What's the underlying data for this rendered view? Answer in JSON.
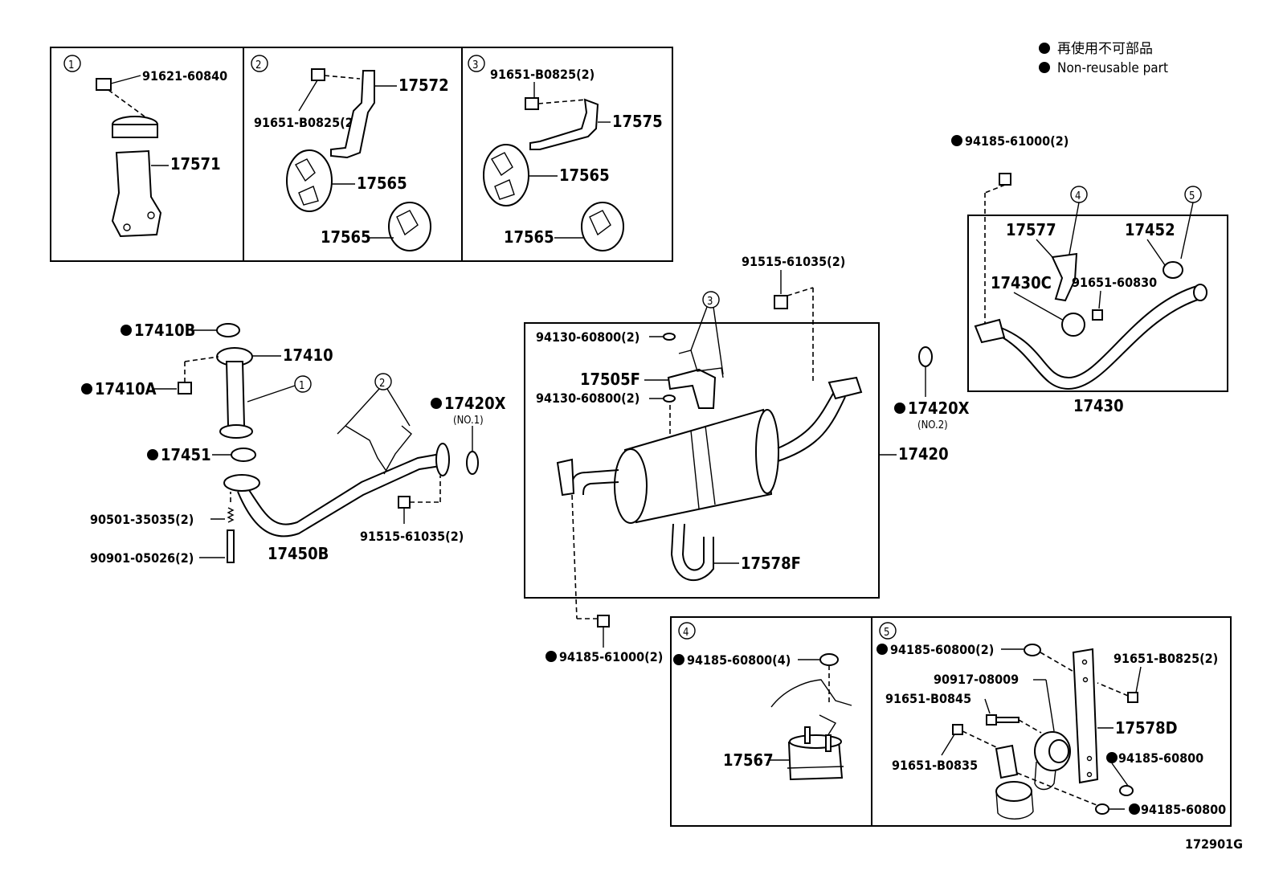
{
  "legend": {
    "zh": "再使用不可部品",
    "en": "Non-reusable part"
  },
  "diagram_id": "172901G",
  "callout_numbers": [
    "1",
    "2",
    "3",
    "4",
    "5"
  ],
  "inset1": {
    "bolt": "91621-60840",
    "bracket": "17571"
  },
  "inset2": {
    "hanger": "17572",
    "bolt": "91651-B0825(2)",
    "cushion_a": "17565",
    "cushion_b": "17565"
  },
  "inset3": {
    "bolt": "91651-B0825(2)",
    "hanger": "17575",
    "cushion_a": "17565",
    "cushion_b": "17565"
  },
  "front_section": {
    "gasket_b": "17410B",
    "front_pipe": "17410",
    "nut_a": "17410A",
    "gasket_451": "17451",
    "spring": "90501-35035(2)",
    "stud": "90901-05026(2)",
    "center_pipe": "17450B",
    "bolt": "91515-61035(2)",
    "gasket_x1": "17420X",
    "gasket_x1_note": "(NO.1)"
  },
  "muffler_section": {
    "top_bolt": "91515-61035(2)",
    "nut_top": "94130-60800(2)",
    "bracket": "17505F",
    "nut_mid": "94130-60800(2)",
    "muffler": "17420",
    "u_bolt": "17578F",
    "bottom_nut": "94185-61000(2)",
    "gasket_x2": "17420X",
    "gasket_x2_note": "(NO.2)"
  },
  "tail_section": {
    "nut": "94185-61000(2)",
    "tail_pipe": "17430",
    "support": "17577",
    "clamp": "17452",
    "insulator": "17430C",
    "bolt": "91651-60830"
  },
  "inset4": {
    "nut": "94185-60800(4)",
    "mount": "17567"
  },
  "inset5": {
    "nut_top": "94185-60800(2)",
    "grommet": "90917-08009",
    "bolt_845": "91651-B0845",
    "bolt_835": "91651-B0835",
    "bolt_825": "91651-B0825(2)",
    "strap": "17578D",
    "nut_mid": "94185-60800",
    "nut_low": "94185-60800"
  }
}
